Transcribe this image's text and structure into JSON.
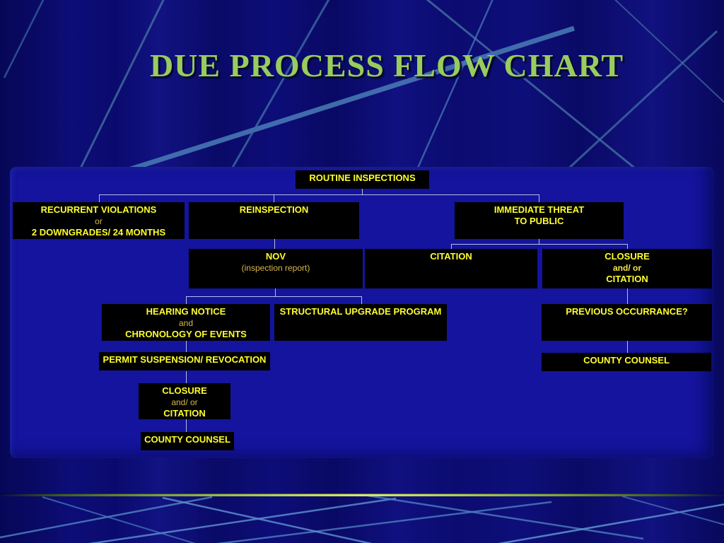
{
  "title": "DUE PROCESS FLOW CHART",
  "colors": {
    "background": "#0b0b74",
    "panel": "#14149e",
    "node_bg": "#000000",
    "node_text": "#ffff2e",
    "node_subtext": "#d6b94a",
    "title": "#99cc5e",
    "connector": "#c7cfee",
    "decor_line": "#4a7db8",
    "divider_center": "#d2ea6e"
  },
  "flow": {
    "routine_inspections": {
      "line1": "ROUTINE INSPECTIONS"
    },
    "recurrent_violations": {
      "line1": "RECURRENT VIOLATIONS",
      "line2": "or",
      "line3": "2 DOWNGRADES/ 24 MONTHS"
    },
    "reinspection": {
      "line1": "REINSPECTION"
    },
    "immediate_threat": {
      "line1": "IMMEDIATE THREAT",
      "line2": "TO PUBLIC"
    },
    "nov": {
      "line1": "NOV",
      "line2": "(inspection report)"
    },
    "citation": {
      "line1": "CITATION"
    },
    "closure_citation_right": {
      "line1": "CLOSURE",
      "line2": "and/ or",
      "line3": "CITATION"
    },
    "hearing_notice": {
      "line1": "HEARING NOTICE",
      "line2": "and",
      "line3": "CHRONOLOGY OF EVENTS"
    },
    "structural_upgrade": {
      "line1": "STRUCTURAL UPGRADE PROGRAM"
    },
    "previous_occurrance": {
      "line1": "PREVIOUS OCCURRANCE?"
    },
    "permit_suspension": {
      "line1": "PERMIT SUSPENSION/ REVOCATION"
    },
    "county_counsel_right": {
      "line1": "COUNTY COUNSEL"
    },
    "closure_citation_left": {
      "line1": "CLOSURE",
      "line2": "and/ or",
      "line3": "CITATION"
    },
    "county_counsel_left": {
      "line1": "COUNTY COUNSEL"
    }
  },
  "edges": [
    [
      "routine_inspections",
      "recurrent_violations"
    ],
    [
      "routine_inspections",
      "reinspection"
    ],
    [
      "routine_inspections",
      "immediate_threat"
    ],
    [
      "reinspection",
      "nov"
    ],
    [
      "immediate_threat",
      "citation"
    ],
    [
      "immediate_threat",
      "closure_citation_right"
    ],
    [
      "nov",
      "hearing_notice"
    ],
    [
      "nov",
      "structural_upgrade"
    ],
    [
      "closure_citation_right",
      "previous_occurrance"
    ],
    [
      "hearing_notice",
      "permit_suspension"
    ],
    [
      "permit_suspension",
      "closure_citation_left"
    ],
    [
      "closure_citation_left",
      "county_counsel_left"
    ],
    [
      "previous_occurrance",
      "county_counsel_right"
    ]
  ]
}
